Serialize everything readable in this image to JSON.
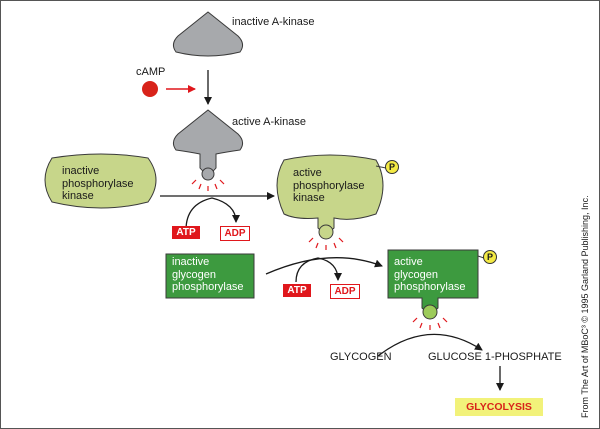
{
  "labels": {
    "inactive_a_kinase": "inactive A-kinase",
    "camp": "cAMP",
    "active_a_kinase": "active A-kinase",
    "inactive_phosphorylase_kinase": "inactive\nphosphorylase\nkinase",
    "active_phosphorylase_kinase": "active\nphosphorylase\nkinase",
    "inactive_glycogen_phosphorylase": "inactive\nglycogen\nphosphorylase",
    "active_glycogen_phosphorylase": "active\nglycogen\nphosphorylase",
    "atp": "ATP",
    "adp": "ADP",
    "phosphate": "P",
    "glycogen": "GLYCOGEN",
    "glucose_1_phosphate": "GLUCOSE 1-PHOSPHATE",
    "glycolysis": "GLYCOLYSIS"
  },
  "credit": "From The Art of MBoC³ © 1995 Garland Publishing, Inc.",
  "colors": {
    "kinase_gray": "#a7a9ac",
    "phosphorylase_kinase_light_green": "#c7d68a",
    "glycogen_phosphorylase_green": "#3d9a3f",
    "active_site_green": "#9dcb5a",
    "camp_red": "#d8231a",
    "burst_red": "#e0171c",
    "outline": "#3a3a3a",
    "phosphate_yellow": "#f4ea44",
    "glycolysis_box_yellow": "#f2f27a"
  }
}
